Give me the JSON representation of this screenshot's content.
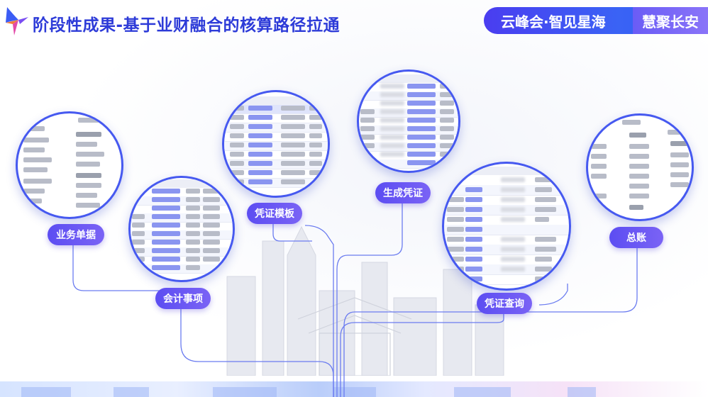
{
  "header": {
    "title": "阶段性成果-基于业财融合的核算路径拉通",
    "brand_main": "云峰会·智见星海",
    "brand_tag": "慧聚长安"
  },
  "nodes": [
    {
      "id": "business-docs",
      "label": "业务单据"
    },
    {
      "id": "accounting-items",
      "label": "会计事项"
    },
    {
      "id": "voucher-template",
      "label": "凭证模板"
    },
    {
      "id": "generate-voucher",
      "label": "生成凭证"
    },
    {
      "id": "voucher-query",
      "label": "凭证查询"
    },
    {
      "id": "general-ledger",
      "label": "总账"
    }
  ],
  "colors": {
    "accent": "#4659f0",
    "pill": "#6a57f4",
    "title": "#2d3bd8"
  }
}
